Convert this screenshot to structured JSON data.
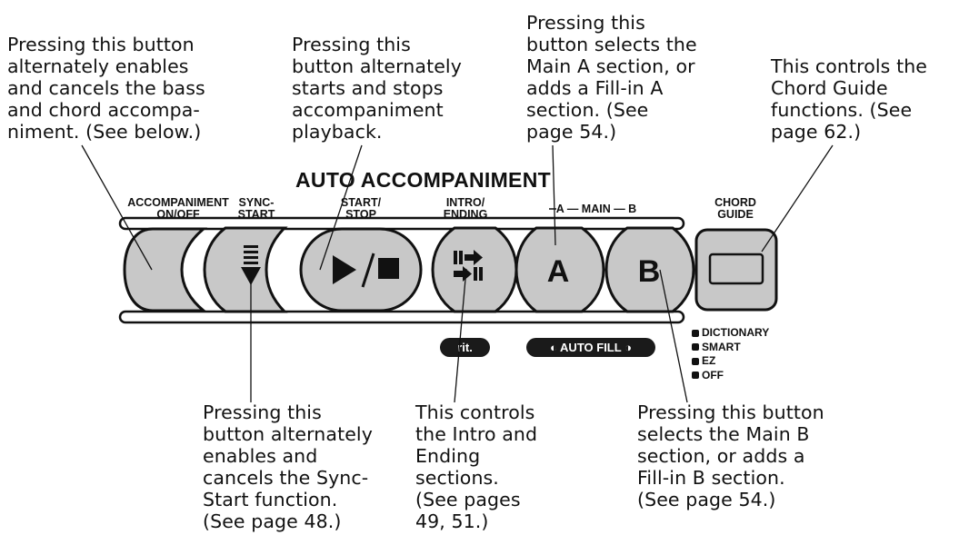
{
  "panel_title": "AUTO ACCOMPANIMENT",
  "annotations": {
    "accompaniment": "Pressing this button\nalternately enables\nand cancels the bass\nand chord accompa-\nniment. (See below.)",
    "start_stop": "Pressing this\nbutton alternately\nstarts and stops\naccompaniment\nplayback.",
    "main_a": "Pressing this\nbutton selects the\nMain A section, or\nadds a Fill-in A\nsection. (See\npage 54.)",
    "chord_guide": "This controls the\nChord Guide\nfunctions. (See\npage 62.)",
    "sync_start": "Pressing this\nbutton alternately\nenables and\ncancels the Sync-\nStart function.\n(See page 48.)",
    "intro_ending": "This controls\nthe Intro and\nEnding\nsections.\n(See pages\n49, 51.)",
    "main_b": "Pressing this button\nselects the Main B\nsection, or adds a\nFill-in B section.\n(See page 54.)"
  },
  "buttons": {
    "accompaniment": "ACCOMPANIMENT\nON/OFF",
    "sync_start": "SYNC-\nSTART",
    "start_stop": "START/\nSTOP",
    "intro_ending": "INTRO/\nENDING",
    "main_group": "A — MAIN — B",
    "main_a_key": "A",
    "main_b_key": "B",
    "chord_guide": "CHORD\nGUIDE",
    "play_stop_symbol": "▶/■"
  },
  "indicators": {
    "rit": "rit.",
    "auto_fill": "AUTO FILL"
  },
  "chord_guide_modes": [
    "DICTIONARY",
    "SMART",
    "EZ",
    "OFF"
  ]
}
